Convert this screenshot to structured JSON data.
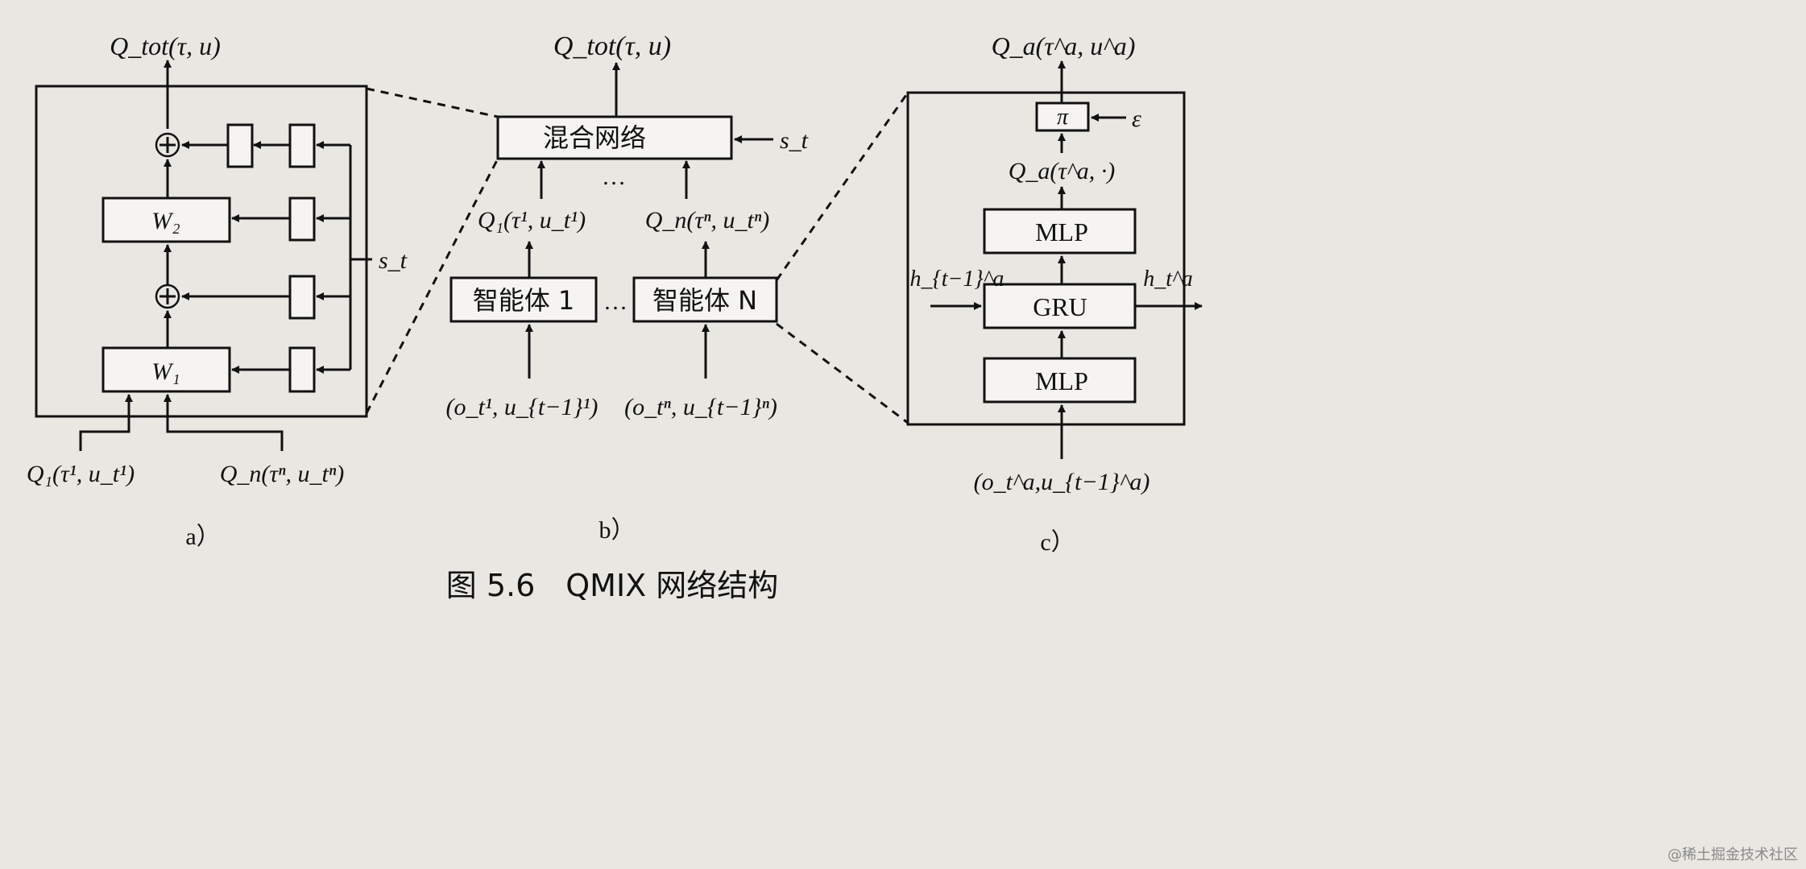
{
  "panel_a": {
    "qtot": "Q_tot(τ, u)",
    "w2": "W₂",
    "w1": "W₁",
    "st": "s_t",
    "plus": "⊕",
    "q1_in": "Q₁(τ¹, u_t¹)",
    "qn_in": "Q_n(τⁿ, u_tⁿ)",
    "caption": "a）"
  },
  "panel_b": {
    "qtot": "Q_tot(τ, u)",
    "mixing_net": "混合网络",
    "st": "s_t",
    "dots": "…",
    "q1": "Q₁(τ¹, u_t¹)",
    "qn": "Q_n(τⁿ, u_tⁿ)",
    "agent1": "智能体 1",
    "agentn": "智能体 N",
    "obs1": "(o_t¹, u_{t−1}¹)",
    "obsn": "(o_tⁿ, u_{t−1}ⁿ)",
    "caption": "b）"
  },
  "panel_c": {
    "qa": "Q_a(τ^a, u^a)",
    "pi": "π",
    "epsilon": "ε",
    "qa_dot": "Q_a(τ^a, ·)",
    "mlp_top": "MLP",
    "gru": "GRU",
    "mlp_bottom": "MLP",
    "h_prev": "h_{t−1}^a",
    "h_next": "h_t^a",
    "obs": "(o_t^a,u_{t−1}^a)",
    "caption": "c）"
  },
  "figure_caption": "图 5.6　QMIX 网络结构",
  "watermark": "@稀土掘金技术社区"
}
